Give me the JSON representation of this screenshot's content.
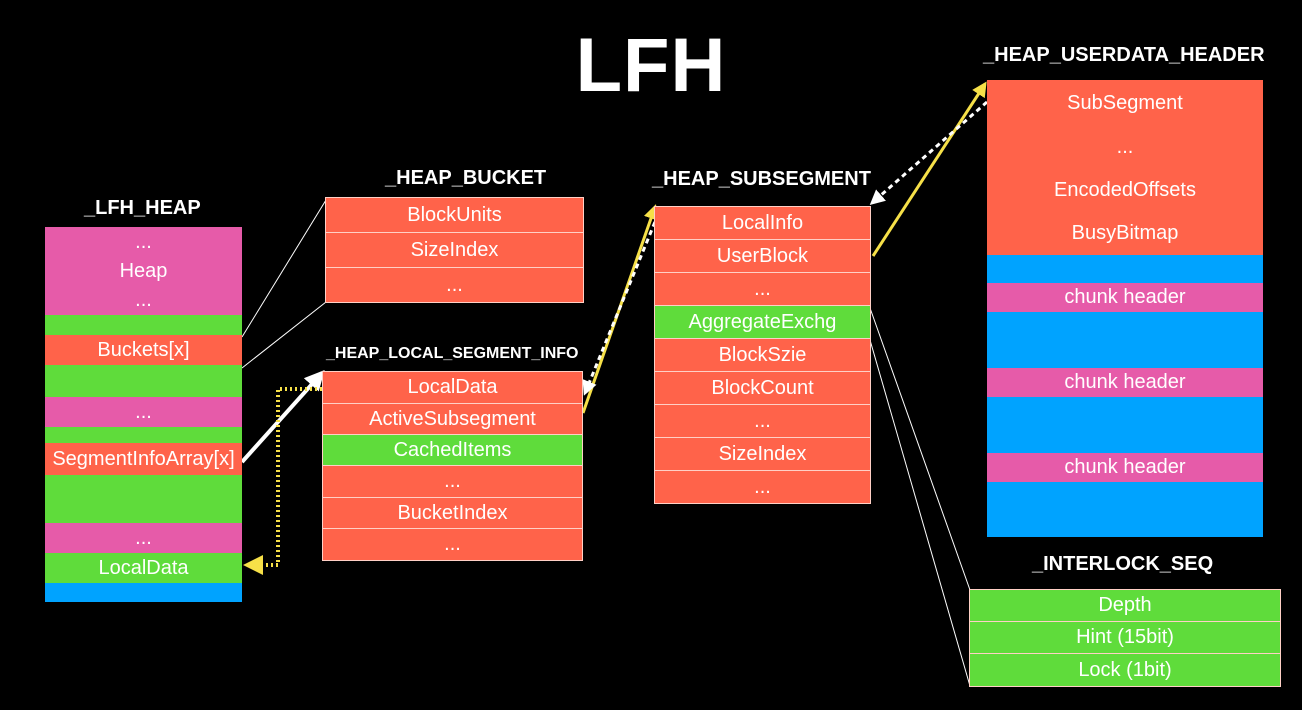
{
  "title": "LFH",
  "lfh_heap": {
    "label": "_LFH_HEAP",
    "cells": [
      {
        "text": "...",
        "color": "pink"
      },
      {
        "text": "Heap",
        "color": "pink"
      },
      {
        "text": "...",
        "color": "pink"
      },
      {
        "text": "",
        "color": "green"
      },
      {
        "text": "Buckets[x]",
        "color": "red"
      },
      {
        "text": "",
        "color": "green"
      },
      {
        "text": "...",
        "color": "pink"
      },
      {
        "text": "",
        "color": "green"
      },
      {
        "text": "SegmentInfoArray[x]",
        "color": "red"
      },
      {
        "text": "",
        "color": "green"
      },
      {
        "text": "...",
        "color": "pink"
      },
      {
        "text": "LocalData",
        "color": "green"
      },
      {
        "text": "",
        "color": "blue"
      }
    ]
  },
  "heap_bucket": {
    "label": "_HEAP_BUCKET",
    "cells": [
      {
        "text": "BlockUnits",
        "color": "red"
      },
      {
        "text": "SizeIndex",
        "color": "red"
      },
      {
        "text": "...",
        "color": "red"
      }
    ]
  },
  "heap_local_segment_info": {
    "label": "_HEAP_LOCAL_SEGMENT_INFO",
    "cells": [
      {
        "text": "LocalData",
        "color": "red"
      },
      {
        "text": "ActiveSubsegment",
        "color": "red"
      },
      {
        "text": "CachedItems",
        "color": "green"
      },
      {
        "text": "...",
        "color": "red"
      },
      {
        "text": "BucketIndex",
        "color": "red"
      },
      {
        "text": "...",
        "color": "red"
      }
    ]
  },
  "heap_subsegment": {
    "label": "_HEAP_SUBSEGMENT",
    "cells": [
      {
        "text": "LocalInfo",
        "color": "red"
      },
      {
        "text": "UserBlock",
        "color": "red"
      },
      {
        "text": "...",
        "color": "red"
      },
      {
        "text": "AggregateExchg",
        "color": "green"
      },
      {
        "text": "BlockSzie",
        "color": "red"
      },
      {
        "text": "BlockCount",
        "color": "red"
      },
      {
        "text": "...",
        "color": "red"
      },
      {
        "text": "SizeIndex",
        "color": "red"
      },
      {
        "text": "...",
        "color": "red"
      }
    ]
  },
  "heap_userdata_header": {
    "label": "_HEAP_USERDATA_HEADER",
    "cells": [
      {
        "text": "SubSegment",
        "color": "red"
      },
      {
        "text": "...",
        "color": "red"
      },
      {
        "text": "EncodedOffsets",
        "color": "red"
      },
      {
        "text": "BusyBitmap",
        "color": "red"
      },
      {
        "text": "",
        "color": "blue"
      },
      {
        "text": "chunk header",
        "color": "pink"
      },
      {
        "text": "",
        "color": "blue"
      },
      {
        "text": "chunk header",
        "color": "pink"
      },
      {
        "text": "",
        "color": "blue"
      },
      {
        "text": "chunk header",
        "color": "pink"
      },
      {
        "text": "",
        "color": "blue"
      }
    ]
  },
  "interlock_seq": {
    "label": "_INTERLOCK_SEQ",
    "cells": [
      {
        "text": "Depth",
        "color": "green"
      },
      {
        "text": "Hint (15bit)",
        "color": "green"
      },
      {
        "text": "Lock (1bit)",
        "color": "green"
      }
    ]
  },
  "colors": {
    "red": "#ff634a",
    "pink": "#e65ba9",
    "green": "#5fdc3b",
    "blue": "#00a3ff",
    "arrow_yellow": "#f6e048",
    "arrow_white": "#ffffff"
  }
}
